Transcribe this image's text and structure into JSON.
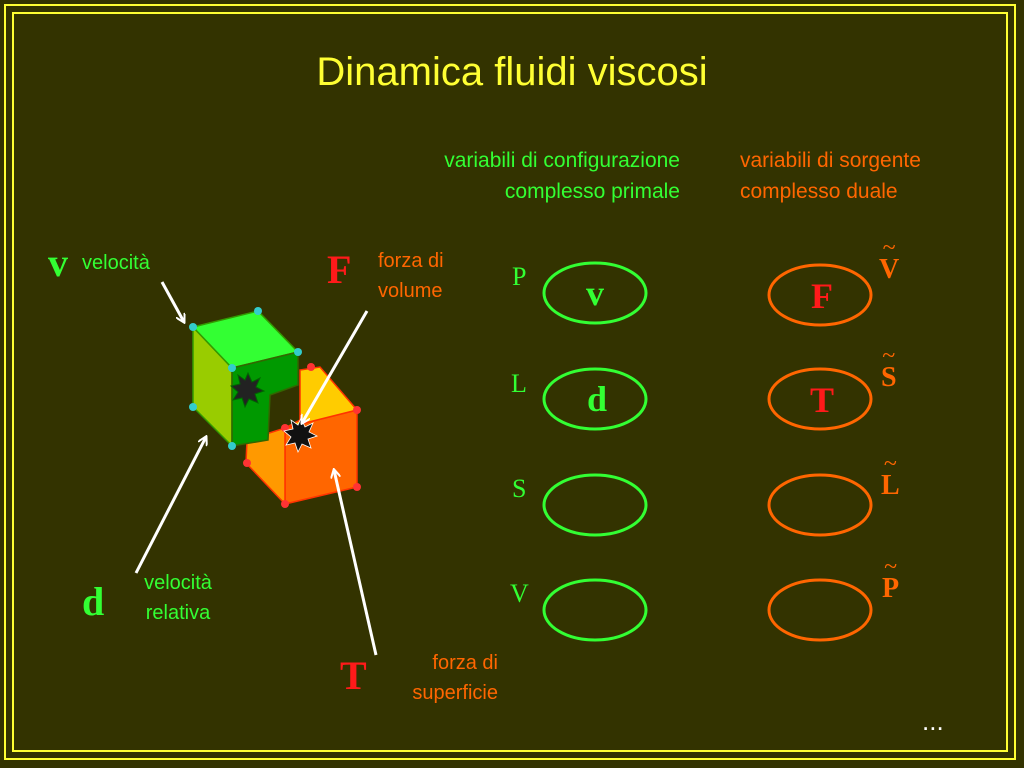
{
  "title": "Dinamica fluidi viscosi",
  "primal_header": {
    "line1": "variabili di configurazione",
    "line2": "complesso primale"
  },
  "dual_header": {
    "line1": "variabili di sorgente",
    "line2": "complesso duale"
  },
  "left": {
    "v_symbol": "v",
    "v_label": "velocità",
    "f_symbol": "F",
    "f_label1": "forza di",
    "f_label2": "volume",
    "d_symbol": "d",
    "d_label1": "velocità",
    "d_label2": "relativa",
    "t_symbol": "T",
    "t_label1": "forza di",
    "t_label2": "superficie"
  },
  "primal_rows": [
    {
      "label": "P",
      "var": "v"
    },
    {
      "label": "L",
      "var": "d"
    },
    {
      "label": "S",
      "var": ""
    },
    {
      "label": "V",
      "var": ""
    }
  ],
  "dual_rows": [
    {
      "label": "V",
      "tilde": "~",
      "var": "F"
    },
    {
      "label": "S",
      "tilde": "~",
      "var": "T"
    },
    {
      "label": "L",
      "tilde": "~",
      "var": ""
    },
    {
      "label": "P",
      "tilde": "~",
      "var": ""
    }
  ],
  "ellipsis": "...",
  "colors": {
    "background": "#333300",
    "title": "#ffff33",
    "primal": "#33ff33",
    "dual": "#ff6600",
    "symbol_red": "#ff1a1a"
  }
}
